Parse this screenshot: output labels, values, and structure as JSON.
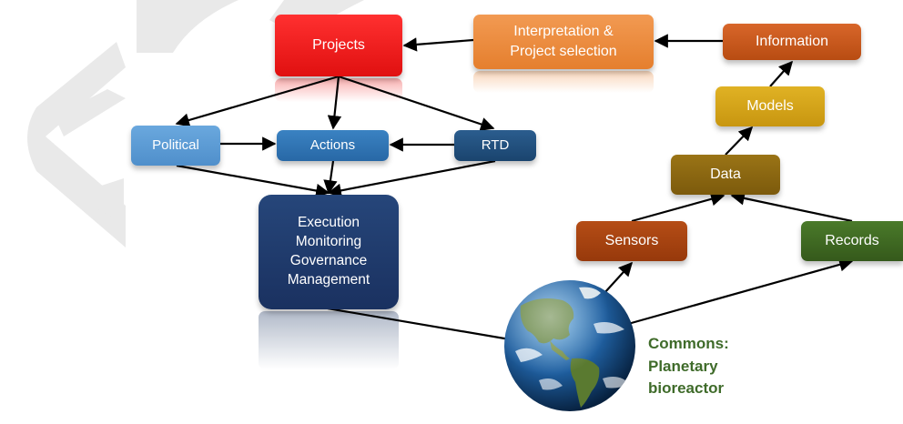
{
  "colors": {
    "projects": "#ee1c1c",
    "interpretation": "#ec8a3c",
    "information": "#c5561a",
    "models": "#d4a113",
    "data": "#8a6410",
    "sensors": "#a8420f",
    "records": "#3f6a22",
    "political": "#5b9bd5",
    "actions": "#2e75b6",
    "rtd": "#1f4e79",
    "execution": "#1f3864",
    "commons_text": "#3f6b2a",
    "arrow": "#000000",
    "watermark": "#e9e9e9"
  },
  "nodes": {
    "projects": "Projects",
    "interpretation": "Interpretation &\nProject selection",
    "information": "Information",
    "models": "Models",
    "data": "Data",
    "sensors": "Sensors",
    "records": "Records",
    "political": "Political",
    "actions": "Actions",
    "rtd": "RTD",
    "execution": "Execution\nMonitoring\nGovernance\nManagement"
  },
  "commons": {
    "line1": "Commons:",
    "line2": "Planetary",
    "line3": "bioreactor"
  },
  "globe_icon": "earth-globe-icon",
  "edges": [
    {
      "from": "information",
      "to": "interpretation"
    },
    {
      "from": "interpretation",
      "to": "projects"
    },
    {
      "from": "models",
      "to": "information"
    },
    {
      "from": "data",
      "to": "models"
    },
    {
      "from": "sensors",
      "to": "data"
    },
    {
      "from": "records",
      "to": "data"
    },
    {
      "from": "globe",
      "to": "sensors"
    },
    {
      "from": "globe",
      "to": "records"
    },
    {
      "from": "projects",
      "to": "political"
    },
    {
      "from": "projects",
      "to": "actions"
    },
    {
      "from": "projects",
      "to": "rtd"
    },
    {
      "from": "political",
      "to": "actions"
    },
    {
      "from": "rtd",
      "to": "actions"
    },
    {
      "from": "political",
      "to": "execution"
    },
    {
      "from": "actions",
      "to": "execution"
    },
    {
      "from": "rtd",
      "to": "execution"
    },
    {
      "from": "execution",
      "to": "globe"
    }
  ]
}
